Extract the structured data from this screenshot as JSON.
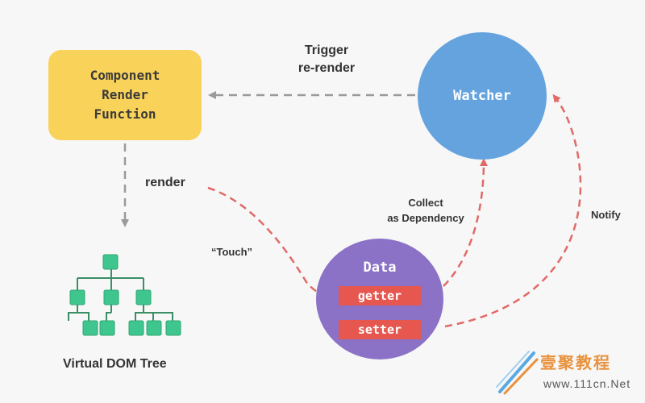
{
  "nodes": {
    "component_render": [
      "Component",
      "Render",
      "Function"
    ],
    "watcher": "Watcher",
    "data": "Data",
    "getter": "getter",
    "setter": "setter",
    "virtual_dom": "Virtual DOM Tree"
  },
  "edges": {
    "trigger": [
      "Trigger",
      "re-render"
    ],
    "render": "render",
    "touch": "“Touch”",
    "collect": [
      "Collect",
      "as Dependency"
    ],
    "notify": "Notify"
  },
  "watermark": {
    "text": "壹聚教程",
    "url": "www.111cn.Net"
  },
  "colors": {
    "component": "#f9d25a",
    "watcher": "#65a3df",
    "data": "#8b72c6",
    "pill": "#e5574f",
    "cube": "#3fc68e",
    "dashed_gray": "#9a9a9a",
    "dashed_red": "#e06a67"
  }
}
